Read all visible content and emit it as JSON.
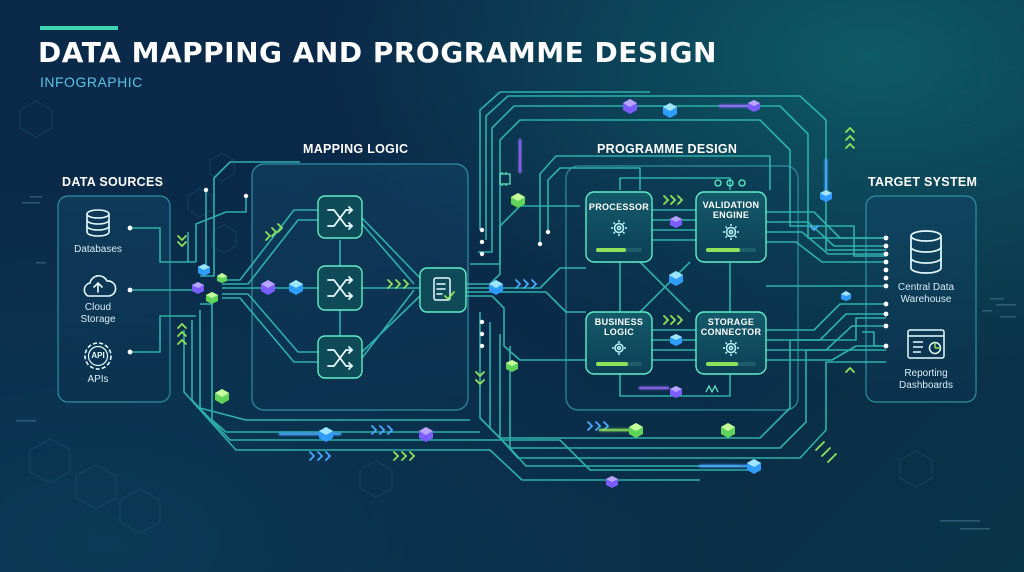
{
  "header": {
    "title": "DATA MAPPING AND PROGRAMME DESIGN",
    "subtitle": "INFOGRAPHIC"
  },
  "sections": {
    "sources": "DATA SOURCES",
    "mapping": "MAPPING LOGIC",
    "programme": "PROGRAMME DESIGN",
    "target": "TARGET SYSTEM"
  },
  "sources": [
    {
      "label": "Databases",
      "icon": "database-icon"
    },
    {
      "label": "Cloud Storage",
      "icon": "cloud-upload-icon"
    },
    {
      "label": "APIs",
      "icon": "api-gear-icon"
    }
  ],
  "mapping": {
    "nodes": [
      {
        "icon": "shuffle-icon"
      },
      {
        "icon": "shuffle-icon"
      },
      {
        "icon": "shuffle-icon"
      }
    ],
    "output_icon": "checklist-icon"
  },
  "modules": [
    {
      "label": "PROCESSOR",
      "icon": "gear-icon"
    },
    {
      "label": "VALIDATION ENGINE",
      "icon": "gear-icon"
    },
    {
      "label": "BUSINESS LOGIC",
      "icon": "gear-icon"
    },
    {
      "label": "STORAGE CONNECTOR",
      "icon": "gear-icon"
    }
  ],
  "targets": [
    {
      "label": "Central Data Warehouse",
      "icon": "database-icon"
    },
    {
      "label": "Reporting Dashboards",
      "icon": "dashboard-icon"
    }
  ],
  "colors": {
    "background": "#0a2440",
    "line": "#2fb7b0",
    "line_bright": "#5ff0c8",
    "panel_border": "#3fa9a0",
    "panel_fill": "#0f3a55",
    "module_fill": "#0d4a5a",
    "accent_green": "#8fe35a",
    "accent_blue": "#4aa8ff",
    "accent_purple": "#9b6bff",
    "title_accent": "#3fd6b4",
    "subtitle": "#59c2e6"
  }
}
